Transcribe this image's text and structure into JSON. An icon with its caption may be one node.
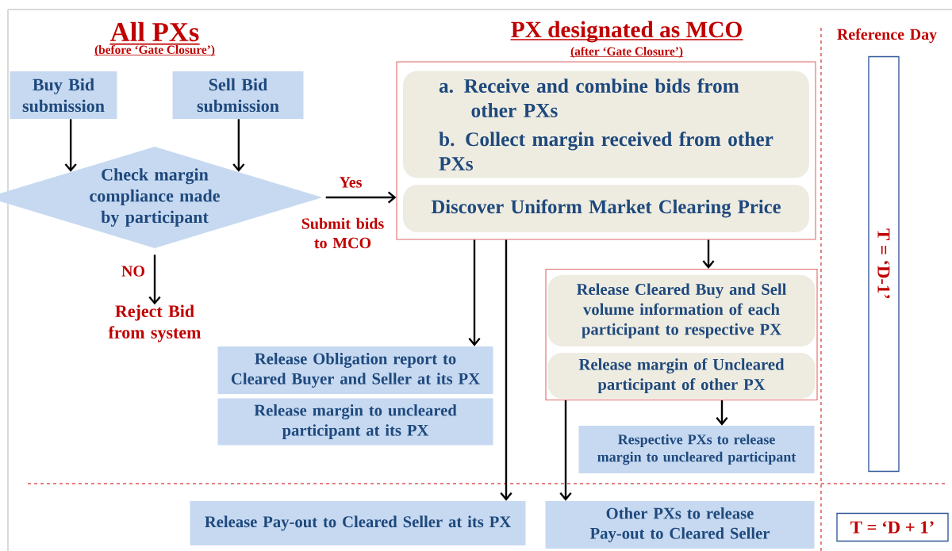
{
  "diagram": {
    "nodes": [
      {
        "text": [
          "Buy Bid submission"
        ]
      },
      {
        "text": [
          "Sell Bid submission"
        ]
      },
      {
        "text": [
          "Check margin compliance made by participant"
        ]
      },
      {
        "text": [
          "Reject Bid from system"
        ]
      },
      {
        "text": [],
        "shape": "box"
      },
      {
        "text": [
          "a. Receive and combine bids from other PXs",
          "b. Collect margin received from other PXs"
        ],
        "in": 4
      },
      {
        "text": [
          "Discover Uniform Market Clearing Price"
        ],
        "in": 4
      },
      {
        "text": [],
        "shape": "box"
      },
      {
        "text": [
          "Release Cleared Buy and Sell volume information of each participant to respective PX"
        ],
        "in": 7
      },
      {
        "text": [
          "Release margin of Uncleared participant of other PX"
        ],
        "in": 7
      },
      {
        "text": [
          "Release Obligation report to Cleared Buyer and Seller at its PX"
        ]
      },
      {
        "text": [
          "Release margin to uncleared participant at its PX"
        ]
      },
      {
        "text": [
          "Respective PXs to release margin to uncleared participant"
        ]
      },
      {
        "text": [
          "Release Pay-out to Cleared Seller at its PX"
        ]
      },
      {
        "text": [
          "Other PXs to release Pay-out to Cleared Seller"
        ]
      },
      {
        "text": [
          "T = ‘D-1’"
        ]
      },
      {
        "text": [
          "T = ‘D + 1’"
        ]
      }
    ],
    "edges": [
      {
        "from": 0,
        "to": 2,
        "arrow": "to"
      },
      {
        "from": 1,
        "to": 2,
        "arrow": "to"
      },
      {
        "from": 2,
        "to": 3,
        "arrow": "to",
        "label": "NO"
      },
      {
        "from": 2,
        "to": 4,
        "arrow": "to",
        "label": "Yes"
      },
      {
        "from": 4,
        "to": 10,
        "arrow": "to"
      },
      {
        "from": 4,
        "to": 13,
        "arrow": "to"
      },
      {
        "from": 4,
        "to": 7,
        "arrow": "to"
      },
      {
        "from": 7,
        "to": 12,
        "arrow": "to"
      },
      {
        "from": 7,
        "to": 14,
        "arrow": "to"
      }
    ],
    "labels": [
      "All PXs",
      "(before ‘Gate Closure’)",
      "PX designated as MCO",
      "(after ‘Gate Closure’)",
      "Reference Day",
      "Submit bids to MCO"
    ]
  }
}
